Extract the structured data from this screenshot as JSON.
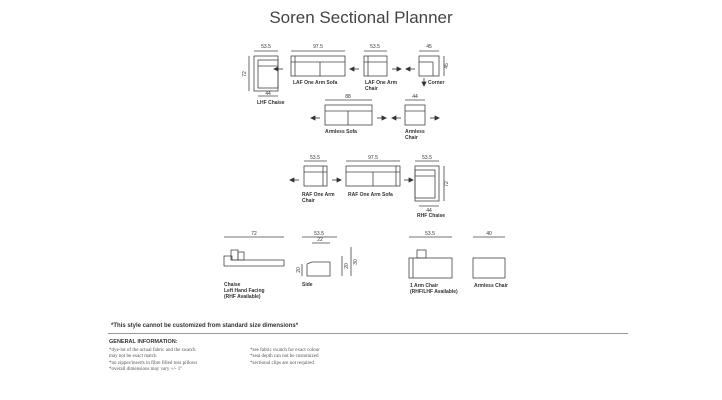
{
  "title": "Soren Sectional Planner",
  "pieces": {
    "lhf_chaise": {
      "label": [
        "LHF Chaise"
      ],
      "width": "53.5",
      "depth": "72",
      "bottom": "44"
    },
    "laf_sofa": {
      "label": [
        "LAF One Arm Sofa"
      ],
      "width": "97.5"
    },
    "laf_chair": {
      "label": [
        "LAF One Arm",
        "Chair"
      ],
      "width": "53.5"
    },
    "corner": {
      "label": [
        "Corner"
      ],
      "width": "45",
      "depth": "45"
    },
    "armless_sofa": {
      "label": [
        "Armless Sofa"
      ],
      "width": "88"
    },
    "armless_chair": {
      "label": [
        "Armless",
        "Chair"
      ],
      "width": "44"
    },
    "raf_chair": {
      "label": [
        "RAF One Arm",
        "Chair"
      ],
      "width": "53.5"
    },
    "raf_sofa": {
      "label": [
        "RAF One Arm Sofa"
      ],
      "width": "97.5"
    },
    "rhf_chaise": {
      "label": [
        "RHF Chaise"
      ],
      "width": "53.5",
      "depth": "72",
      "bottom": "44"
    }
  },
  "elevations": {
    "chaise": {
      "width": "72",
      "label": [
        "Chaise",
        "Left Hand Facing",
        "(RHF Available)"
      ]
    },
    "side": {
      "width": "53.5",
      "inner": "22",
      "seat": "20",
      "height": "30",
      "label": [
        "Side"
      ]
    },
    "one_arm": {
      "width": "53.5",
      "label": [
        "1 Arm Chair",
        "(RHF/LHF Available)"
      ]
    },
    "armless": {
      "width": "40",
      "label": [
        "Armless Chair"
      ]
    }
  },
  "note": "*This style cannot be customized from standard size dimensions*",
  "general_info": {
    "heading": "GENERAL INFORMATION:",
    "left": [
      "*dye-lot of the actual fabric and the swatch",
      "may not be exact match",
      "*no zipper/inserts in fibre filled toss pillows",
      "*overall dimensions may vary +/- 1\""
    ],
    "right": [
      "*see fabric swatch for exact colour",
      "*seat depth can not be customized",
      "*sectional clips are not required"
    ]
  }
}
